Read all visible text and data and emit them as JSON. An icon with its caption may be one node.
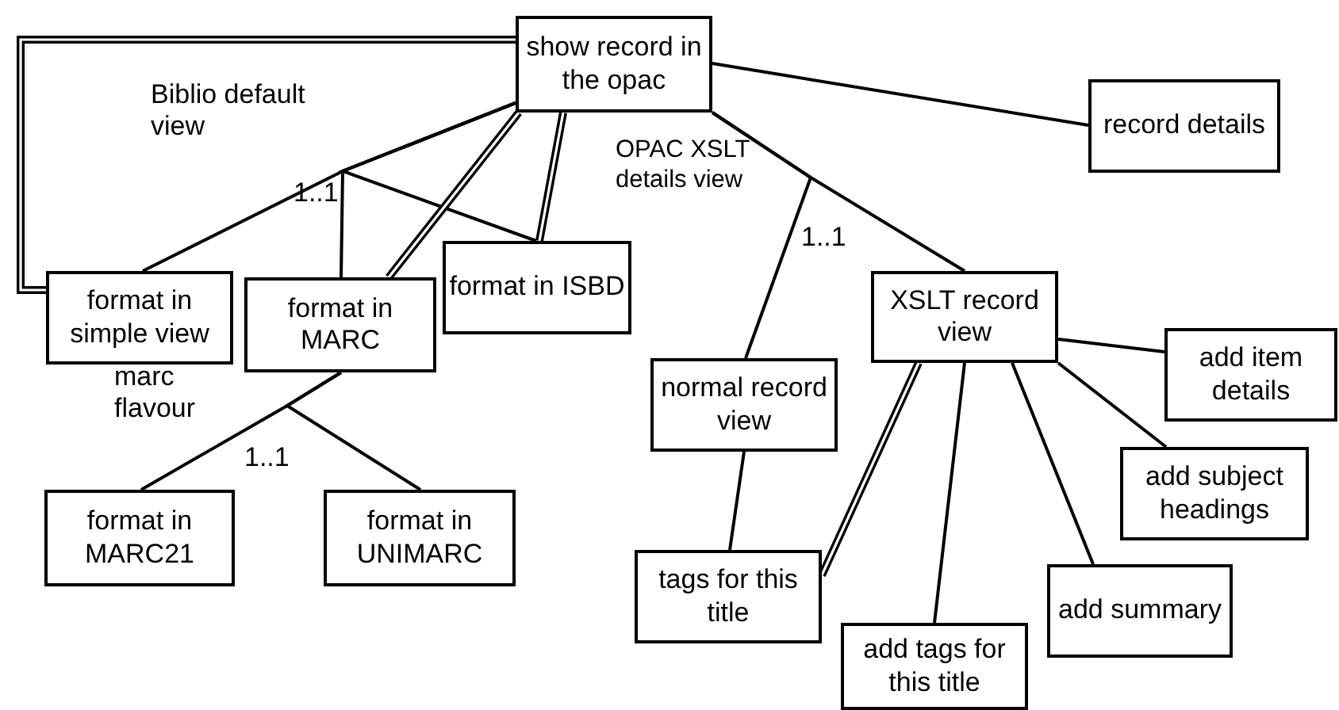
{
  "diagram": {
    "nodes": [
      {
        "text": [
          "show record in the opac"
        ]
      },
      {
        "text": [
          "record details"
        ]
      },
      {
        "text": [
          "format in simple view"
        ]
      },
      {
        "text": [
          "format in MARC"
        ]
      },
      {
        "text": [
          "format in ISBD"
        ]
      },
      {
        "text": [
          "normal record view"
        ]
      },
      {
        "text": [
          "XSLT record view"
        ]
      },
      {
        "text": [
          "add item details"
        ]
      },
      {
        "text": [
          "add subject headings"
        ]
      },
      {
        "text": [
          "format in MARC21"
        ]
      },
      {
        "text": [
          "format in UNIMARC"
        ]
      },
      {
        "text": [
          "tags for this title"
        ]
      },
      {
        "text": [
          "add tags for this title"
        ]
      },
      {
        "text": [
          "add summary"
        ]
      }
    ],
    "edges": [
      {
        "from": 0,
        "to": 2,
        "arrow": "none"
      },
      {
        "from": 0,
        "to": 3,
        "arrow": "none"
      },
      {
        "from": 0,
        "to": 4,
        "arrow": "none"
      },
      {
        "from": 0,
        "to": 2,
        "arrow": "none",
        "style": "thick"
      },
      {
        "from": 0,
        "to": 3,
        "arrow": "none",
        "style": "thick"
      },
      {
        "from": 0,
        "to": 4,
        "arrow": "none",
        "style": "thick"
      },
      {
        "from": 0,
        "to": 1,
        "arrow": "none"
      },
      {
        "from": 0,
        "to": 5,
        "arrow": "none"
      },
      {
        "from": 0,
        "to": 6,
        "arrow": "none"
      },
      {
        "from": 5,
        "to": 11,
        "arrow": "none"
      },
      {
        "from": 6,
        "to": 11,
        "arrow": "none",
        "style": "thick"
      },
      {
        "from": 6,
        "to": 12,
        "arrow": "none"
      },
      {
        "from": 6,
        "to": 13,
        "arrow": "none"
      },
      {
        "from": 6,
        "to": 8,
        "arrow": "none"
      },
      {
        "from": 6,
        "to": 7,
        "arrow": "none"
      },
      {
        "from": 3,
        "to": 9,
        "arrow": "none"
      },
      {
        "from": 3,
        "to": 10,
        "arrow": "none"
      }
    ],
    "labels": [
      "Biblio default view",
      "1..1",
      "OPAC XSLT details view",
      "1..1",
      "marc flavour",
      "1..1"
    ]
  }
}
